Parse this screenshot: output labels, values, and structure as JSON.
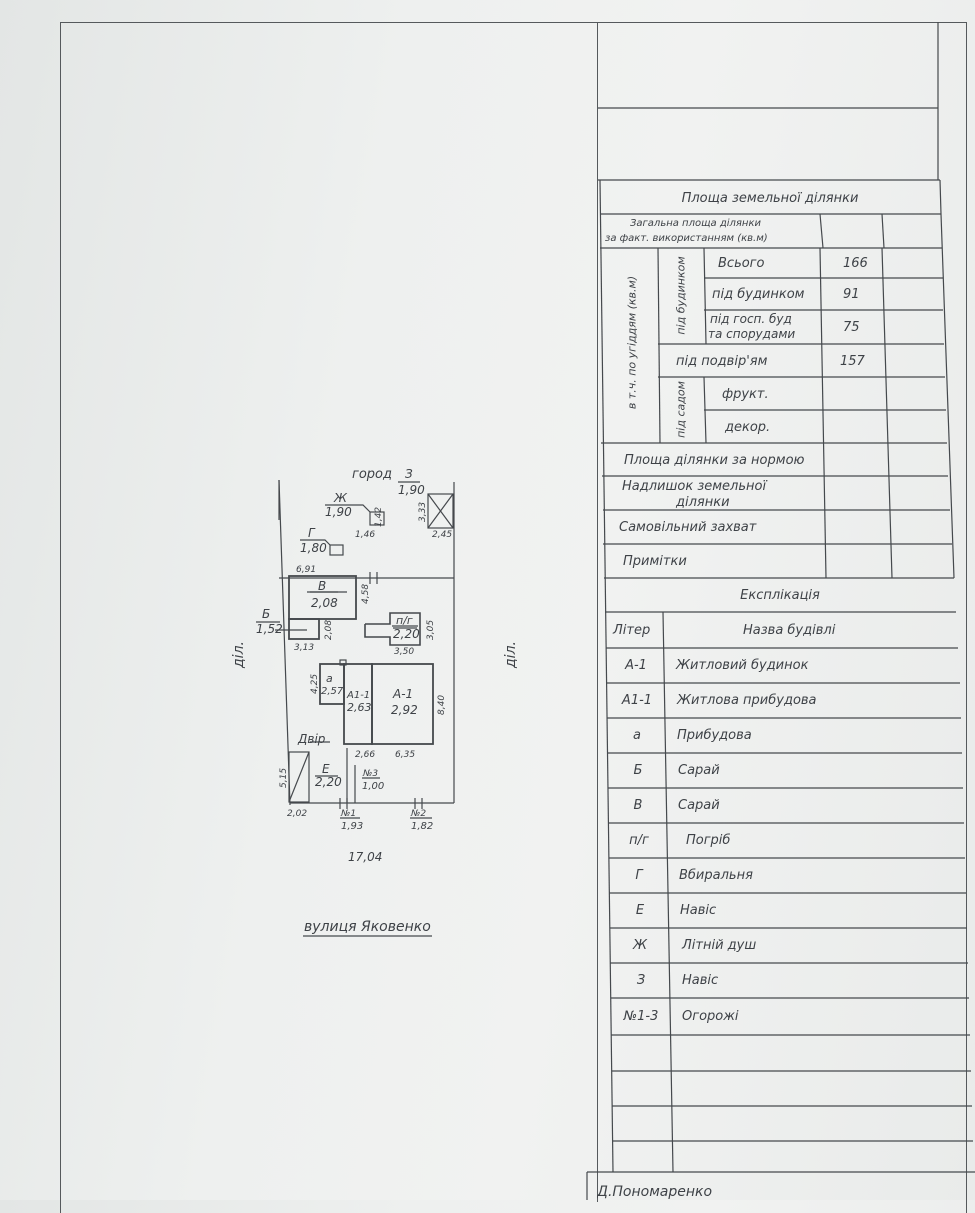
{
  "plan": {
    "top_label": "город",
    "left_label": "діл.",
    "right_label": "діл.",
    "street": "вулиця Яковенко",
    "courtyard": "Двір",
    "width_total": "17,04",
    "buildings": {
      "z": {
        "letter": "З",
        "area": "1,90",
        "w": "2,45",
        "h": "3,33"
      },
      "zh": {
        "letter": "Ж",
        "area": "1,90",
        "w": "1,46",
        "h": "1,42"
      },
      "g": {
        "letter": "Г",
        "area": "1,80"
      },
      "v": {
        "letter": "В",
        "area": "2,08",
        "w": "6,91",
        "d": "4,58"
      },
      "b": {
        "letter": "Б",
        "area": "1,52",
        "w": "3,13",
        "d": "2,08"
      },
      "pg": {
        "letter": "п/г",
        "area": "2,20",
        "w": "3,50",
        "d": "3,05"
      },
      "a": {
        "letter": "а",
        "area": "2,57",
        "d": "4,25"
      },
      "a11": {
        "letter": "А1-1",
        "area": "2,63",
        "w": "2,66"
      },
      "a1": {
        "letter": "А-1",
        "area": "2,92",
        "w": "6,35",
        "d": "8,40"
      },
      "e": {
        "letter": "Е",
        "area": "2,20",
        "w": "2,02",
        "d": "5,15"
      },
      "n3": {
        "letter": "№3",
        "len": "1,00"
      },
      "n1": {
        "letter": "№1",
        "len": "1,93"
      },
      "n2": {
        "letter": "№2",
        "len": "1,82"
      }
    }
  },
  "table": {
    "header": "Площа земельної ділянки",
    "total_label_1": "Загальна площа ділянки",
    "total_label_2": "за факт. використанням (кв.м)",
    "group_label": "в т.ч. по угіддям (кв.м)",
    "under_building_label": "під будинком",
    "under_garden_label": "під садом",
    "rows": {
      "total": {
        "label": "Всього",
        "value": "166"
      },
      "house": {
        "label": "під будинком",
        "value": "91"
      },
      "outbuildings_1": "під госп. буд",
      "outbuildings_2": "та спорудами",
      "outbuildings_value": "75",
      "yard": {
        "label": "під подвір'ям",
        "value": "157"
      },
      "fruit": "фрукт.",
      "decor": "декор."
    },
    "norm": "Площа ділянки за нормою",
    "excess_1": "Надлишок земельної",
    "excess_2": "ділянки",
    "seizure": "Самовільний захват",
    "notes": "Примітки",
    "explication_title": "Експлікація",
    "col_letter": "Літер",
    "col_name": "Назва будівлі",
    "explication": [
      {
        "letter": "А-1",
        "name": "Житловий будинок"
      },
      {
        "letter": "А1-1",
        "name": "Житлова прибудова"
      },
      {
        "letter": "а",
        "name": "Прибудова"
      },
      {
        "letter": "Б",
        "name": "Сарай"
      },
      {
        "letter": "В",
        "name": "Сарай"
      },
      {
        "letter": "п/г",
        "name": "Погріб"
      },
      {
        "letter": "Г",
        "name": "Вбиральня"
      },
      {
        "letter": "Е",
        "name": "Навіс"
      },
      {
        "letter": "Ж",
        "name": "Літній душ"
      },
      {
        "letter": "З",
        "name": "Навіс"
      },
      {
        "letter": "№1-3",
        "name": "Огорожі"
      }
    ]
  },
  "footer_text": "Д.Пономаренко"
}
